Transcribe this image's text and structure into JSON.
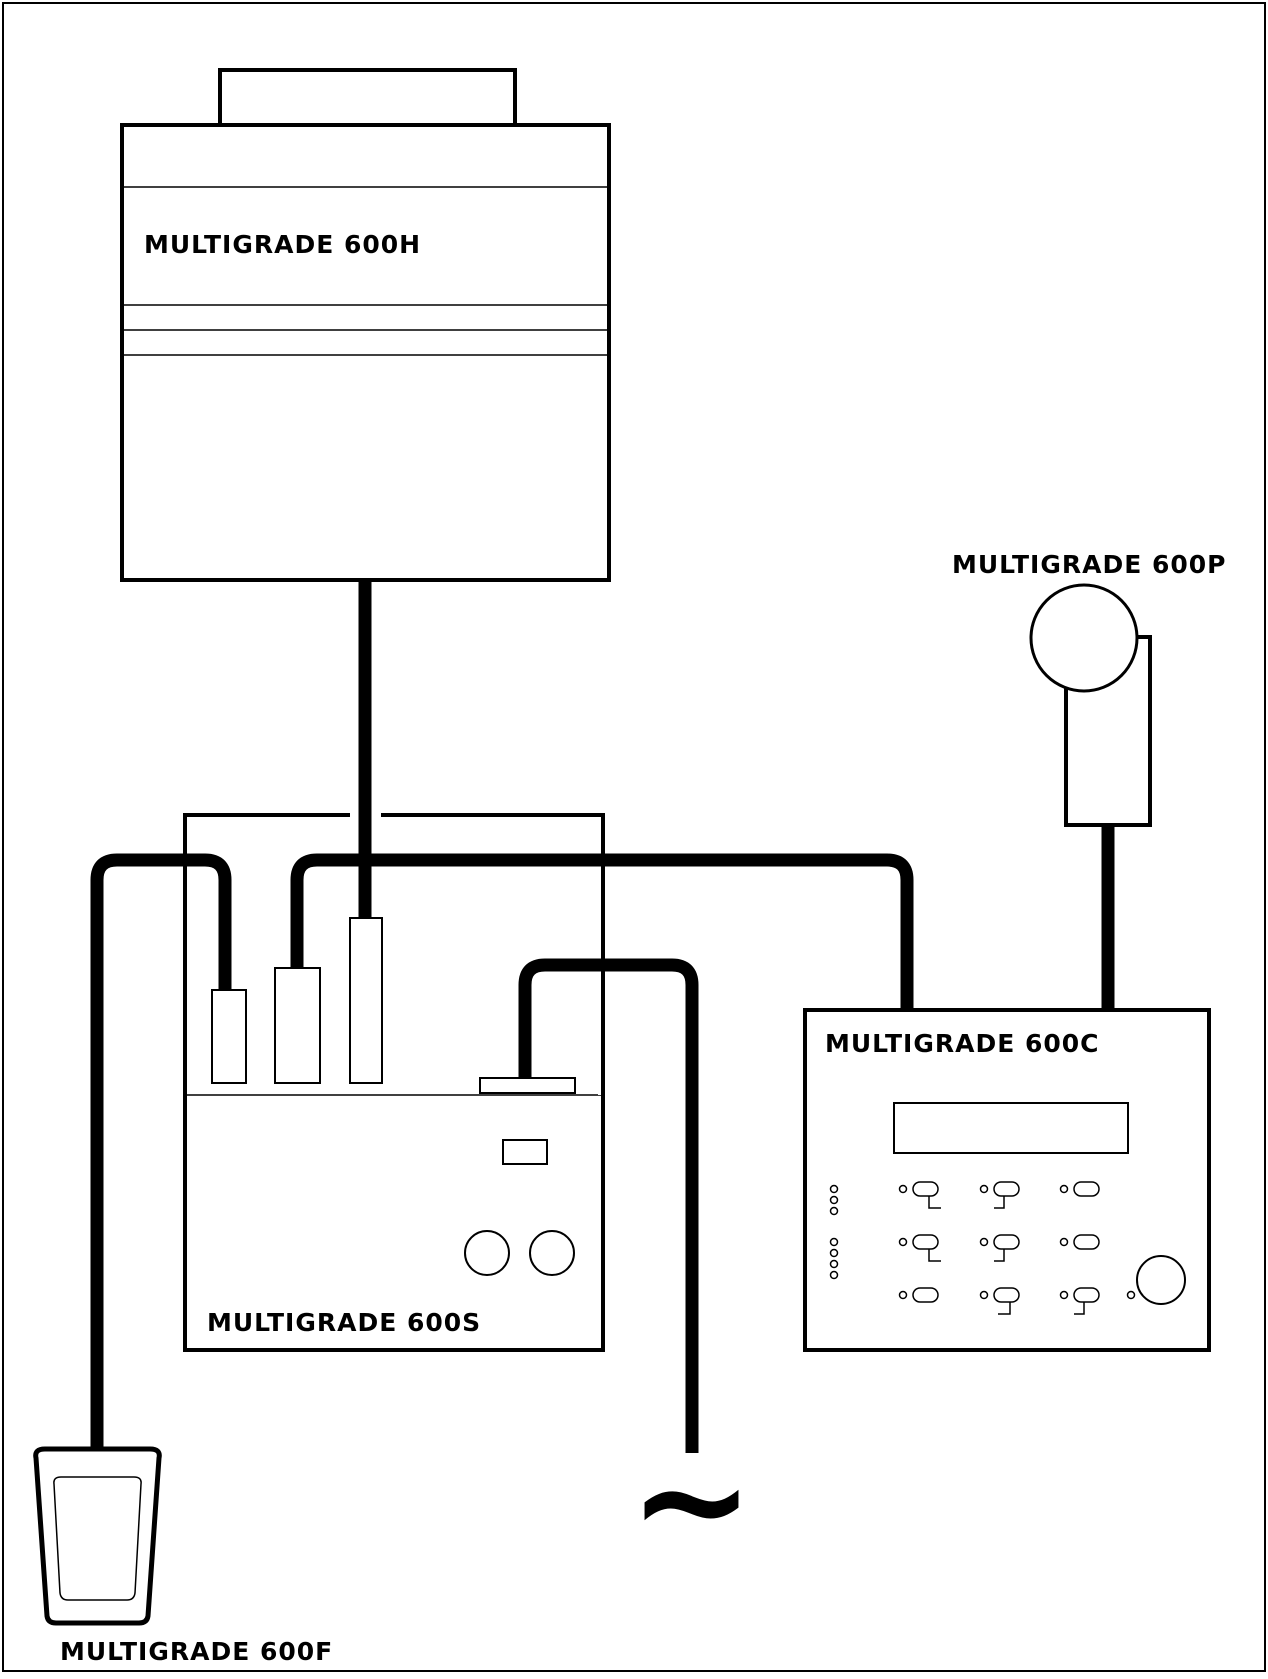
{
  "units": {
    "head": {
      "label": "MULTIGRADE 600H"
    },
    "probe": {
      "label": "MULTIGRADE 600P"
    },
    "controller": {
      "label": "MULTIGRADE 600C"
    },
    "stabilizer": {
      "label": "MULTIGRADE 600S"
    },
    "footswitch": {
      "label": "MULTIGRADE 600F"
    }
  },
  "mains_symbol": "~",
  "colors": {
    "line": "#000000",
    "background": "#ffffff"
  }
}
